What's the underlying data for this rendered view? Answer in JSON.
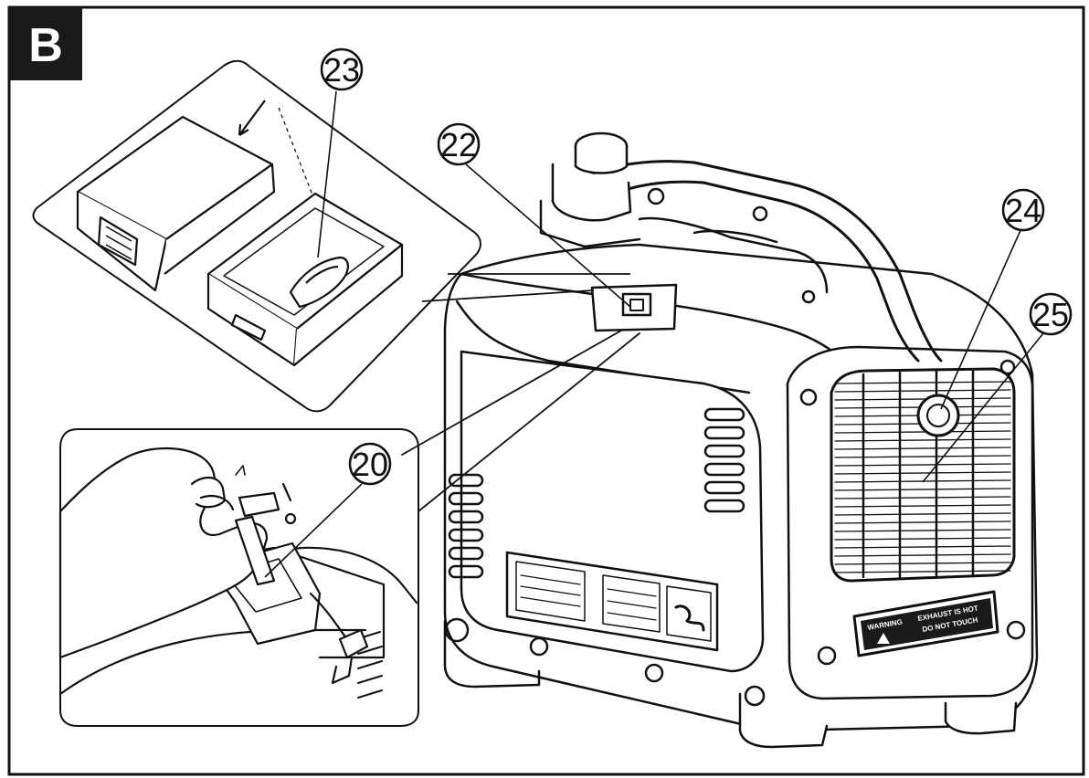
{
  "figure": {
    "letter": "B",
    "callouts": [
      {
        "id": "c20",
        "label": "20"
      },
      {
        "id": "c22",
        "label": "22"
      },
      {
        "id": "c23",
        "label": "23"
      },
      {
        "id": "c24",
        "label": "24"
      },
      {
        "id": "c25",
        "label": "25"
      }
    ],
    "warning_label": {
      "line1": "WARNING",
      "line2": "EXHAUST IS HOT",
      "line3": "DO NOT TOUCH"
    }
  },
  "colors": {
    "line": "#111111",
    "letter_bg": "#1a1a1a",
    "letter_fg": "#ffffff"
  }
}
